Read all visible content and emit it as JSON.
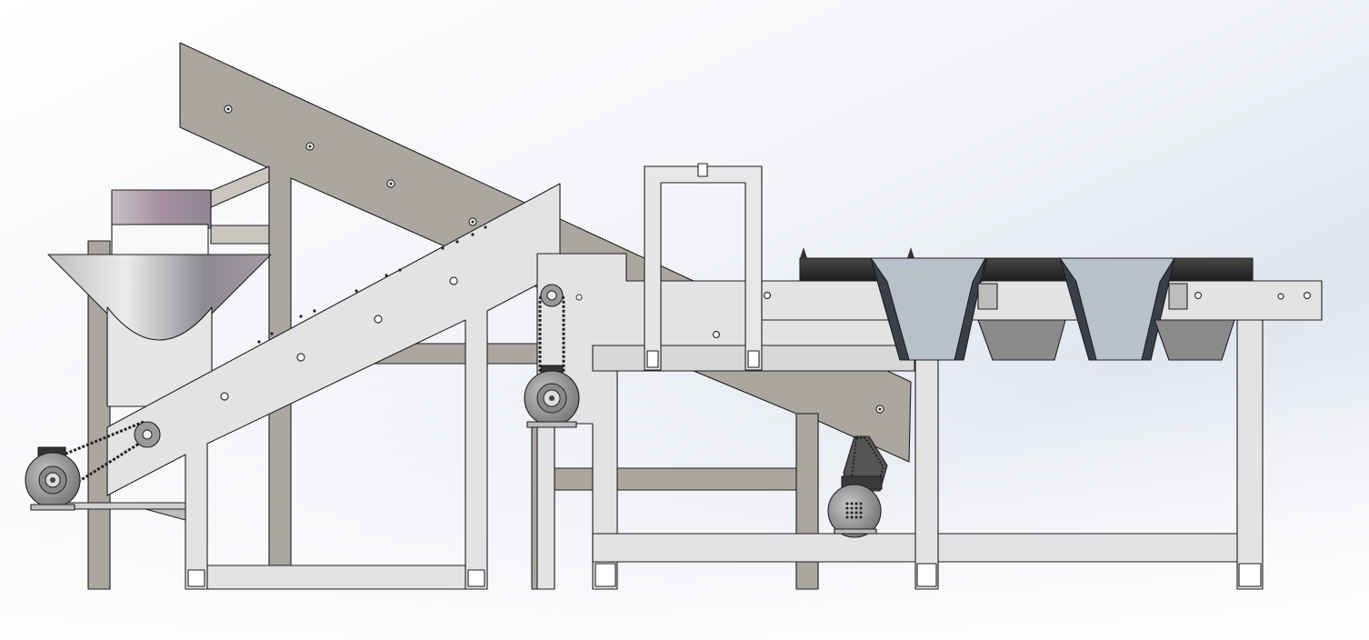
{
  "view": {
    "background_top": "#ffffff",
    "background_mid": "#e4e8f1",
    "background_bottom": "#ffffff"
  },
  "colors": {
    "frame_dark": "#aaa6a0",
    "frame_light": "#e3e3e3",
    "frame_mid": "#cfcfcf",
    "belt_black": "#2d2d2d",
    "hopper_blue": "#b8c0c9",
    "hopper_grey": "#8c8a8c",
    "hopper_rim": "#ad9ca8",
    "motor": "#9a9a9a",
    "outline": "#1e1e1e"
  },
  "components": {
    "feed_hopper": "feed-hopper",
    "incline_conveyor": "incline-conveyor",
    "upper_incline_frame": "upper-incline-frame",
    "gantry_frame": "gantry-frame",
    "sorting_table": "sorting-table",
    "discharge_chutes": 2,
    "collection_bins": 2,
    "motors": [
      "drive-motor-left",
      "drive-motor-center",
      "drive-motor-right"
    ]
  }
}
